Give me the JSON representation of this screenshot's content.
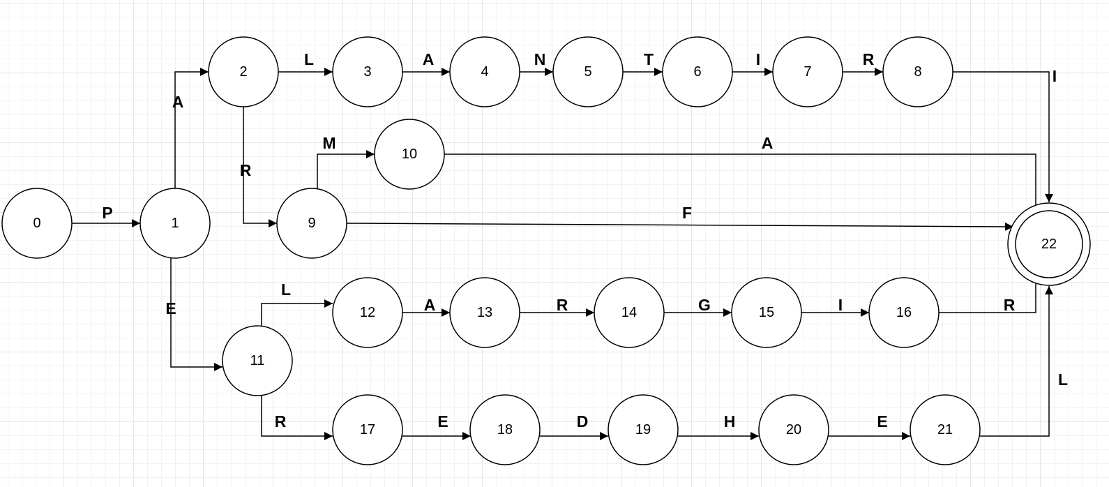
{
  "states": [
    {
      "id": "s0",
      "label": "0"
    },
    {
      "id": "s1",
      "label": "1"
    },
    {
      "id": "s2",
      "label": "2"
    },
    {
      "id": "s3",
      "label": "3"
    },
    {
      "id": "s4",
      "label": "4"
    },
    {
      "id": "s5",
      "label": "5"
    },
    {
      "id": "s6",
      "label": "6"
    },
    {
      "id": "s7",
      "label": "7"
    },
    {
      "id": "s8",
      "label": "8"
    },
    {
      "id": "s9",
      "label": "9"
    },
    {
      "id": "s10",
      "label": "10"
    },
    {
      "id": "s11",
      "label": "11"
    },
    {
      "id": "s12",
      "label": "12"
    },
    {
      "id": "s13",
      "label": "13"
    },
    {
      "id": "s14",
      "label": "14"
    },
    {
      "id": "s15",
      "label": "15"
    },
    {
      "id": "s16",
      "label": "16"
    },
    {
      "id": "s17",
      "label": "17"
    },
    {
      "id": "s18",
      "label": "18"
    },
    {
      "id": "s19",
      "label": "19"
    },
    {
      "id": "s20",
      "label": "20"
    },
    {
      "id": "s21",
      "label": "21"
    },
    {
      "id": "s22",
      "label": "22",
      "accepting": true
    }
  ],
  "transitions": [
    {
      "id": "t0",
      "from": "0",
      "to": "1",
      "label": "P"
    },
    {
      "id": "t1",
      "from": "1",
      "to": "2",
      "label": "A"
    },
    {
      "id": "t2",
      "from": "2",
      "to": "3",
      "label": "L"
    },
    {
      "id": "t3",
      "from": "3",
      "to": "4",
      "label": "A"
    },
    {
      "id": "t4",
      "from": "4",
      "to": "5",
      "label": "N"
    },
    {
      "id": "t5",
      "from": "5",
      "to": "6",
      "label": "T"
    },
    {
      "id": "t6",
      "from": "6",
      "to": "7",
      "label": "I"
    },
    {
      "id": "t7",
      "from": "7",
      "to": "8",
      "label": "R"
    },
    {
      "id": "t8",
      "from": "8",
      "to": "22",
      "label": "I"
    },
    {
      "id": "t9",
      "from": "2",
      "to": "9",
      "label": "R"
    },
    {
      "id": "t10",
      "from": "9",
      "to": "10",
      "label": "M"
    },
    {
      "id": "t11",
      "from": "10",
      "to": "22",
      "label": "A"
    },
    {
      "id": "t12",
      "from": "9",
      "to": "22",
      "label": "F"
    },
    {
      "id": "t13",
      "from": "1",
      "to": "11",
      "label": "E"
    },
    {
      "id": "t14",
      "from": "11",
      "to": "12",
      "label": "L"
    },
    {
      "id": "t15",
      "from": "12",
      "to": "13",
      "label": "A"
    },
    {
      "id": "t16",
      "from": "13",
      "to": "14",
      "label": "R"
    },
    {
      "id": "t17",
      "from": "14",
      "to": "15",
      "label": "G"
    },
    {
      "id": "t18",
      "from": "15",
      "to": "16",
      "label": "I"
    },
    {
      "id": "t19",
      "from": "16",
      "to": "22",
      "label": "R"
    },
    {
      "id": "t20",
      "from": "11",
      "to": "17",
      "label": "R"
    },
    {
      "id": "t21",
      "from": "17",
      "to": "18",
      "label": "E"
    },
    {
      "id": "t22",
      "from": "18",
      "to": "19",
      "label": "D"
    },
    {
      "id": "t23",
      "from": "19",
      "to": "20",
      "label": "H"
    },
    {
      "id": "t24",
      "from": "20",
      "to": "21",
      "label": "E"
    },
    {
      "id": "t25",
      "from": "21",
      "to": "22",
      "label": "L"
    }
  ]
}
